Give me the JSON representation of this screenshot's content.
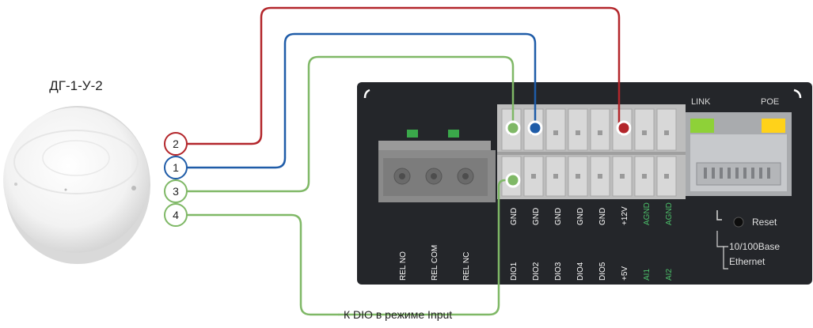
{
  "device_title": "ДГ-1-У-2",
  "wire_numbers": [
    "2",
    "1",
    "3",
    "4"
  ],
  "colors": {
    "red": "#b3262b",
    "blue": "#1f5ca8",
    "green": "#7fb866",
    "board": "#24262a",
    "terminal": "#d8d8d8",
    "led_green": "#8ed138",
    "led_yellow": "#ffd21a",
    "agnd_green": "#4cc06a"
  },
  "relay_labels": [
    "REL NO",
    "REL COM",
    "REL NC"
  ],
  "top_row_labels": [
    "GND",
    "GND",
    "GND",
    "GND",
    "GND",
    "+12V",
    "AGND",
    "AGND"
  ],
  "bottom_row_labels": [
    "DIO1",
    "DIO2",
    "DIO3",
    "DIO4",
    "DIO5",
    "+5V",
    "AI1",
    "AI2"
  ],
  "indicators": {
    "link": "LINK",
    "poe": "POE"
  },
  "reset_label": "Reset",
  "ethernet_label_1": "10/100Base",
  "ethernet_label_2": "Ethernet",
  "annotation": "К DIO в режиме Input"
}
